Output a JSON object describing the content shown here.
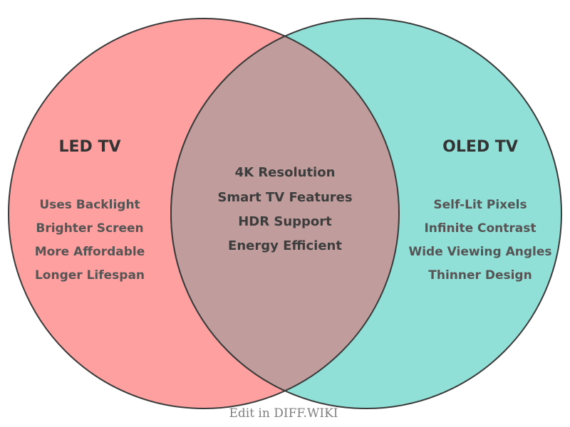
{
  "venn": {
    "left": {
      "title": "LED TV",
      "items": [
        "Uses Backlight",
        "Brighter Screen",
        "More Affordable",
        "Longer Lifespan"
      ],
      "color": "#FFA0A0"
    },
    "overlap": {
      "items": [
        "4K Resolution",
        "Smart TV Features",
        "HDR Support",
        "Energy Efficient"
      ],
      "color": "#C09C9C"
    },
    "right": {
      "title": "OLED TV",
      "items": [
        "Self-Lit Pixels",
        "Infinite Contrast",
        "Wide Viewing Angles",
        "Thinner Design"
      ],
      "color": "#90E0D8"
    },
    "outline_color": "#3A3A3A",
    "text_colors": {
      "title": "#333333",
      "side_items": "#555555",
      "overlap_items": "#3D3D3D"
    }
  },
  "footer": {
    "label": "Edit in DIFF.WIKI",
    "color": "#808080"
  }
}
